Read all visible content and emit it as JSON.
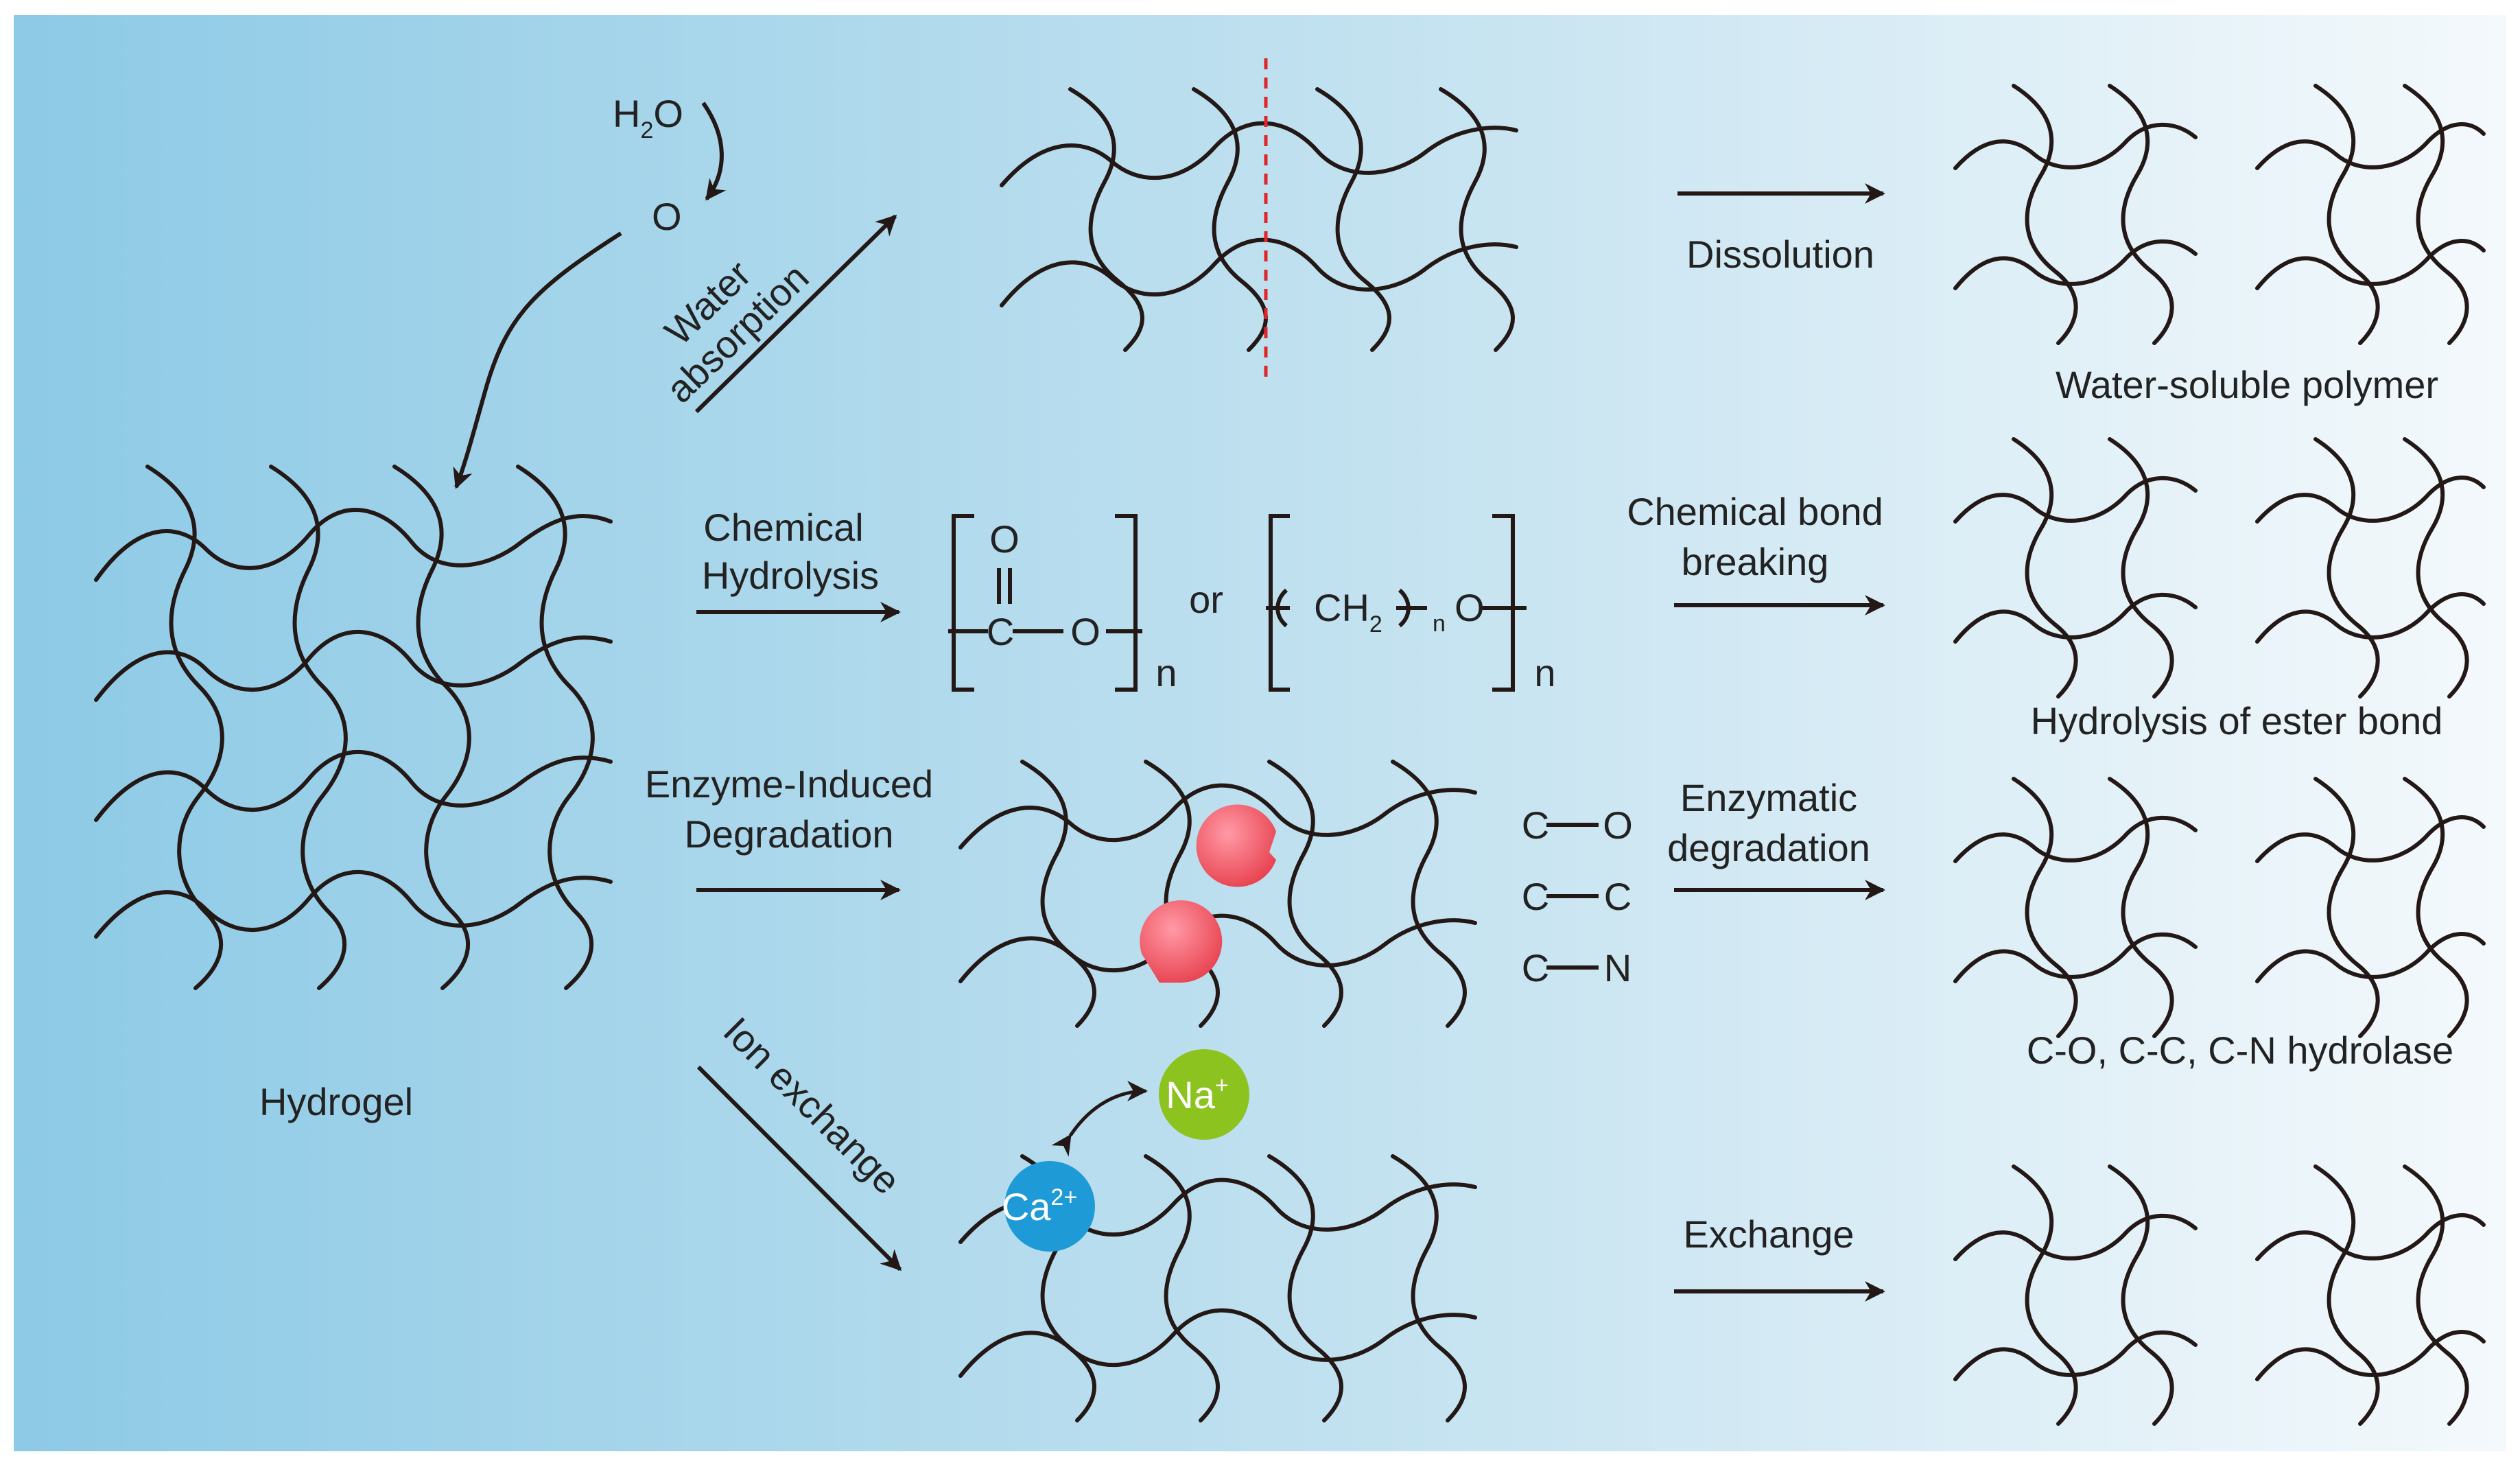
{
  "hydrogel_label": "Hydrogel",
  "water": {
    "h2o_h": "H",
    "h2o_sub": "2",
    "h2o_o": "O",
    "o_label": "O",
    "arrow_line1": "Water",
    "arrow_line2": "absorption",
    "process": "Dissolution",
    "result": "Water-soluble polymer"
  },
  "chemical": {
    "arrow_line1": "Chemical",
    "arrow_line2": "Hydrolysis",
    "ester_o_top": "O",
    "ester_c": "C",
    "ester_o": "O",
    "n1": "n",
    "or": "or",
    "ch": "CH",
    "ch_sub": "2",
    "ch_n": "n",
    "ether_o": "O",
    "n2": "n",
    "process_line1": "Chemical bond",
    "process_line2": "breaking",
    "result": "Hydrolysis of ester bond"
  },
  "enzyme": {
    "arrow_line1": "Enzyme-Induced",
    "arrow_line2": "Degradation",
    "bond1_a": "C",
    "bond1_b": "O",
    "bond2_a": "C",
    "bond2_b": "C",
    "bond3_a": "C",
    "bond3_b": "N",
    "process_line1": "Enzymatic",
    "process_line2": "degradation",
    "result": "C-O, C-C, C-N hydrolase"
  },
  "ion": {
    "arrow_label": "Ion exchange",
    "na": "Na",
    "na_sup": "+",
    "ca": "Ca",
    "ca_sup": "2+",
    "process": "Exchange"
  },
  "colors": {
    "background_left": "#8dcae6",
    "background_right": "#f4f9fc",
    "line": "#231815",
    "dashed": "#e0262b",
    "enzyme": "#f25a6a",
    "sodium": "#8cc31e",
    "calcium": "#1e9ad7"
  }
}
